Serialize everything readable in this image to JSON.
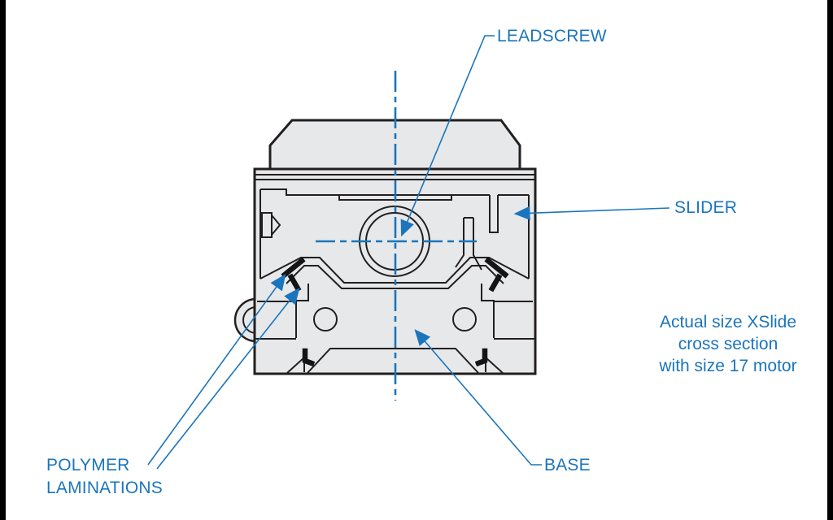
{
  "figure": {
    "type": "technical-cross-section-diagram",
    "subject": "XSlide linear slide cross section with stepper motor"
  },
  "labels": {
    "leadscrew": "LEADSCREW",
    "slider": "SLIDER",
    "polymer_line1": "POLYMER",
    "polymer_line2": "LAMINATIONS",
    "base": "BASE"
  },
  "caption": {
    "line1": "Actual size XSlide",
    "line2": "cross section",
    "line3": "with size 17 motor"
  },
  "colors": {
    "accent_blue": "#1B75BC",
    "outline_dark": "#231F20",
    "body_fill_gray": "#E7E8E9",
    "lamination_black": "#141414",
    "background": "#FFFFFF",
    "edge_bars": "#000000"
  }
}
